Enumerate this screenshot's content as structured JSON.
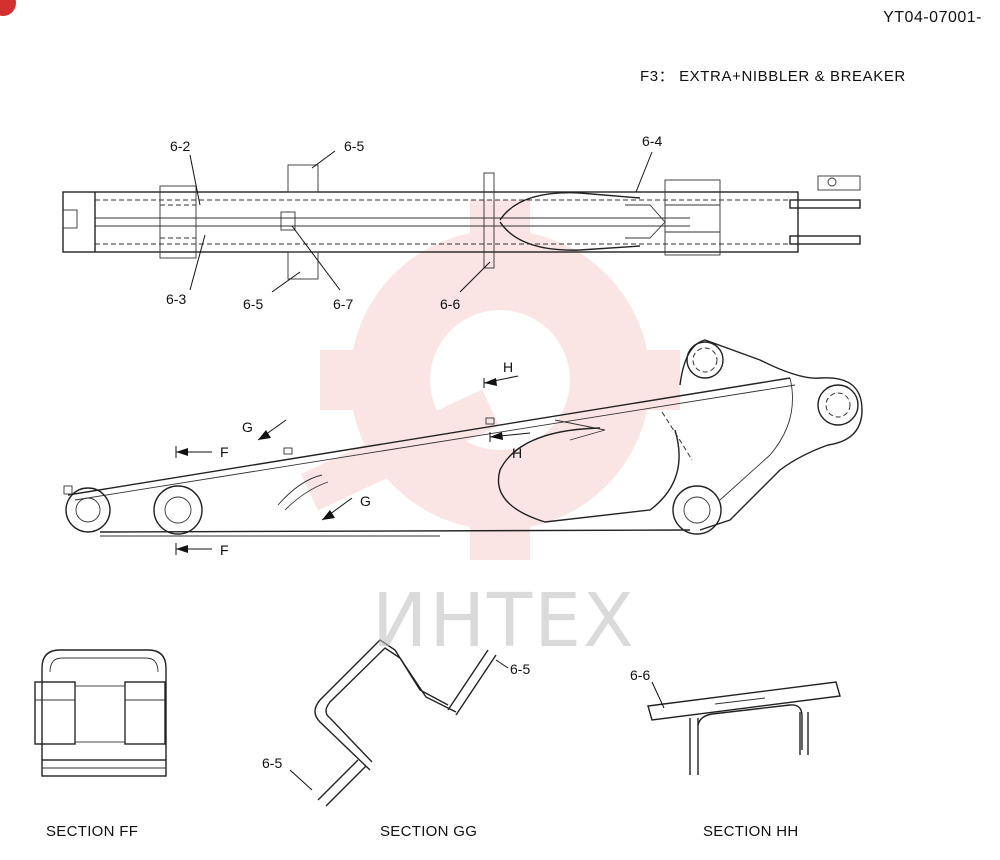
{
  "header": {
    "doc_code": "YT04-07001-",
    "variant": "F3： EXTRA+NIBBLER & BREAKER"
  },
  "callouts": {
    "c6_2": "6-2",
    "c6_3": "6-3",
    "c6_4": "6-4",
    "c6_5_top": "6-5",
    "c6_5_bottom": "6-5",
    "c6_6": "6-6",
    "c6_7": "6-7",
    "gg_6_5_upper": "6-5",
    "gg_6_5_lower": "6-5",
    "hh_6_6": "6-6"
  },
  "section_marks": {
    "f_upper": "F",
    "f_lower": "F",
    "g_upper": "G",
    "g_lower": "G",
    "h_upper": "H",
    "h_lower": "H"
  },
  "sections": {
    "ff": "SECTION FF",
    "gg": "SECTION GG",
    "hh": "SECTION HH"
  },
  "watermark": {
    "text": "ИНТЕХ",
    "color": "#e53935"
  },
  "colors": {
    "line": "#222222",
    "badge": "#d32f2f"
  }
}
